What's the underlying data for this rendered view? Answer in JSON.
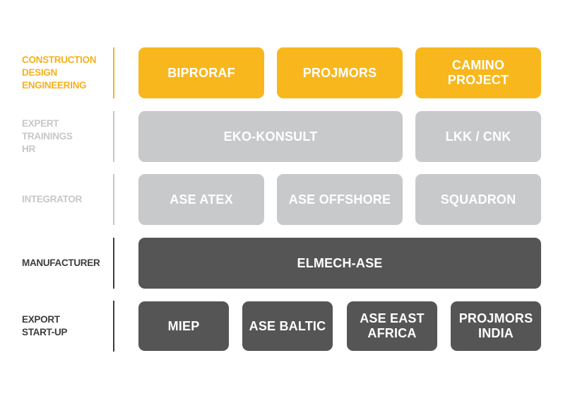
{
  "colors": {
    "yellow": "#f7b71d",
    "light_grey": "#c8c9ca",
    "dark_grey": "#555555",
    "label_yellow": "#f6b11c",
    "label_grey": "#c7c7c7",
    "label_dark": "#3d3d3d"
  },
  "rows": [
    {
      "label_lines": [
        "CONSTRUCTION",
        "DESIGN",
        "ENGINEERING"
      ],
      "boxes": [
        {
          "lines": [
            "BIPRORAF"
          ]
        },
        {
          "lines": [
            "PROJMORS"
          ]
        },
        {
          "lines": [
            "CAMINO",
            "PROJECT"
          ]
        }
      ]
    },
    {
      "label_lines": [
        "EXPERT",
        "TRAININGS",
        "HR"
      ],
      "boxes": [
        {
          "lines": [
            "EKO-KONSULT"
          ]
        },
        {
          "lines": [
            "LKK / CNK"
          ]
        }
      ]
    },
    {
      "label_lines": [
        "INTEGRATOR"
      ],
      "boxes": [
        {
          "lines": [
            "ASE ATEX"
          ]
        },
        {
          "lines": [
            "ASE OFFSHORE"
          ]
        },
        {
          "lines": [
            "SQUADRON"
          ]
        }
      ]
    },
    {
      "label_lines": [
        "MANUFACTURER"
      ],
      "boxes": [
        {
          "lines": [
            "ELMECH-ASE"
          ]
        }
      ]
    },
    {
      "label_lines": [
        "EXPORT",
        "START-UP"
      ],
      "boxes": [
        {
          "lines": [
            "MIEP"
          ]
        },
        {
          "lines": [
            "ASE BALTIC"
          ]
        },
        {
          "lines": [
            "ASE EAST",
            "AFRICA"
          ]
        },
        {
          "lines": [
            "PROJMORS",
            "INDIA"
          ]
        }
      ]
    }
  ]
}
